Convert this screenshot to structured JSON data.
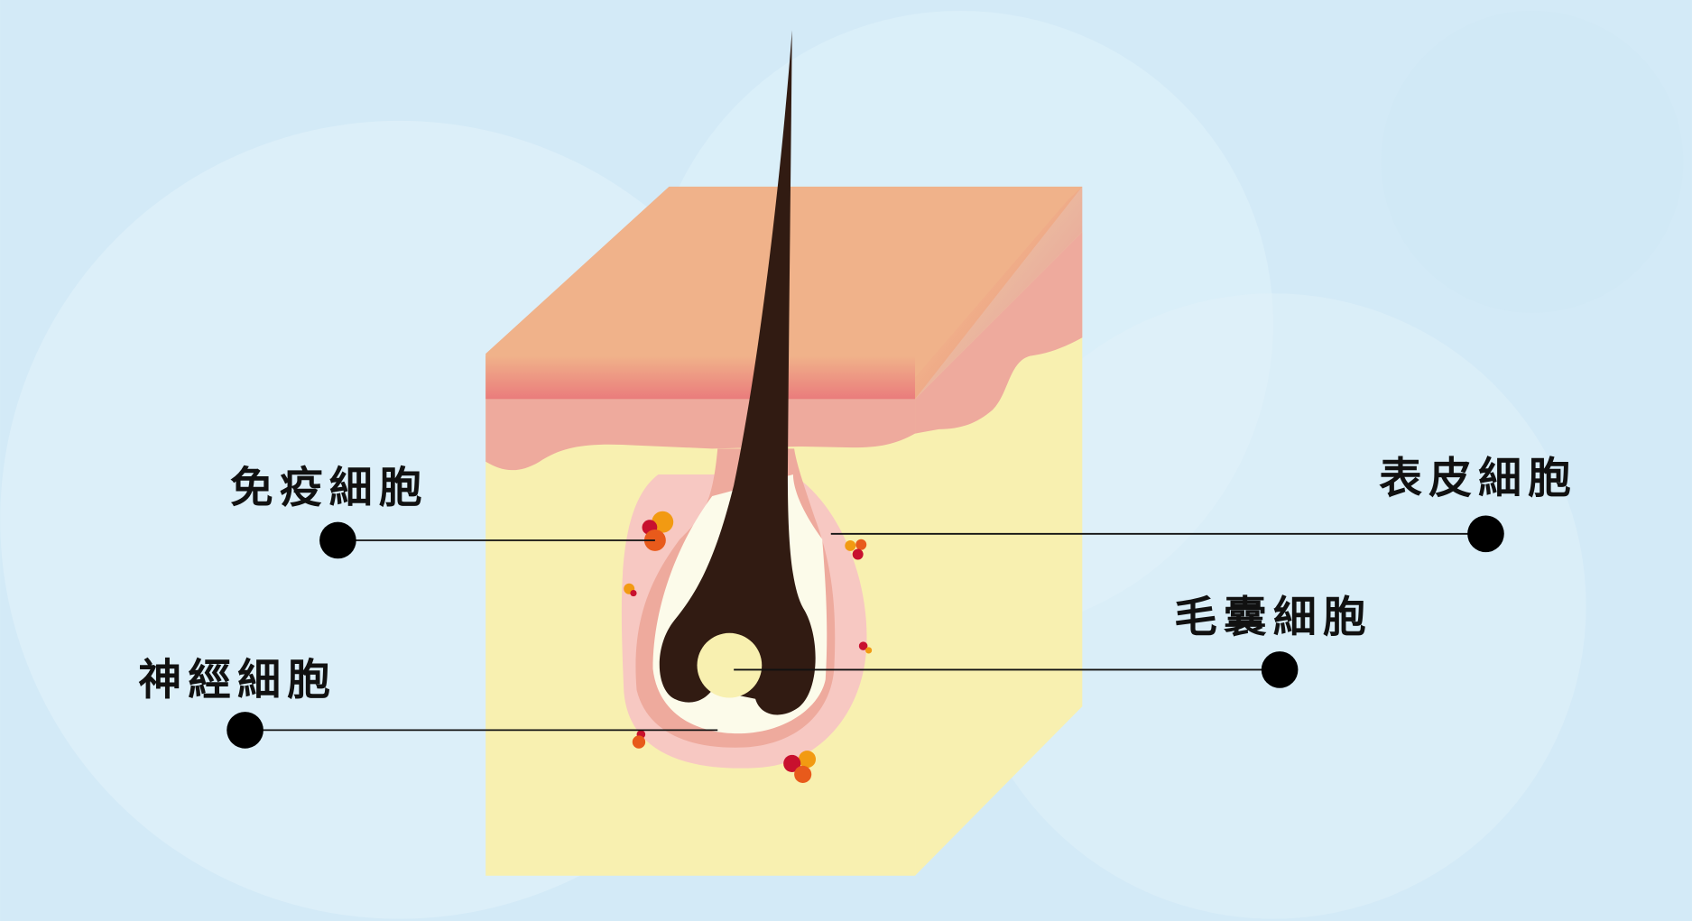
{
  "labels": {
    "immune_cells": "免疫細胞",
    "epidermal_cells": "表皮細胞",
    "follicle_cells": "毛囊細胞",
    "nerve_cells": "神經細胞"
  },
  "colors": {
    "background": "#d9eef8",
    "epidermis_top": "#f0b28a",
    "dermis": "#eeaa9d",
    "subcutis": "#f8f0b0",
    "follicle_sheath": "#f7c8c2",
    "hair": "#311b12",
    "bulb_inner": "#fcfbea"
  }
}
